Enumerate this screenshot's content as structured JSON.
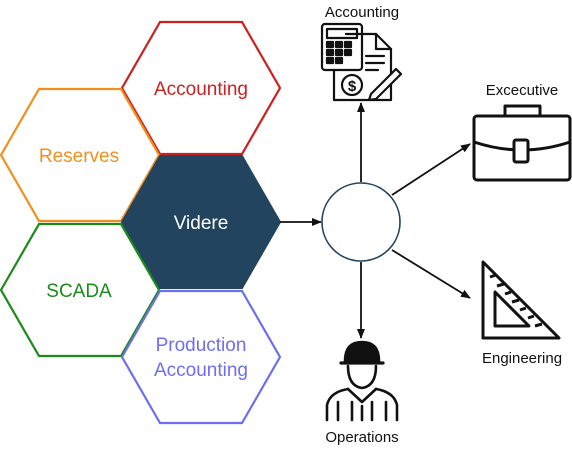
{
  "hexagons": {
    "accounting": {
      "label": "Accounting",
      "color": "#cc1f1f"
    },
    "reserves": {
      "label": "Reserves",
      "color": "#f0901e"
    },
    "videre": {
      "label": "Videre",
      "fill": "#22445e",
      "text_color": "#ffffff"
    },
    "scada": {
      "label": "SCADA",
      "color": "#1a8a1a"
    },
    "production": {
      "line1": "Production",
      "line2": "Accounting",
      "color": "#6e6ef0"
    }
  },
  "hub": {
    "stroke": "#22445e"
  },
  "outputs": {
    "accounting": {
      "label": "Accounting",
      "icon": "calculator-invoice-icon"
    },
    "executive": {
      "label": "Excecutive",
      "icon": "briefcase-icon"
    },
    "engineering": {
      "label": "Engineering",
      "icon": "set-square-icon"
    },
    "operations": {
      "label": "Operations",
      "icon": "worker-hardhat-icon"
    }
  }
}
